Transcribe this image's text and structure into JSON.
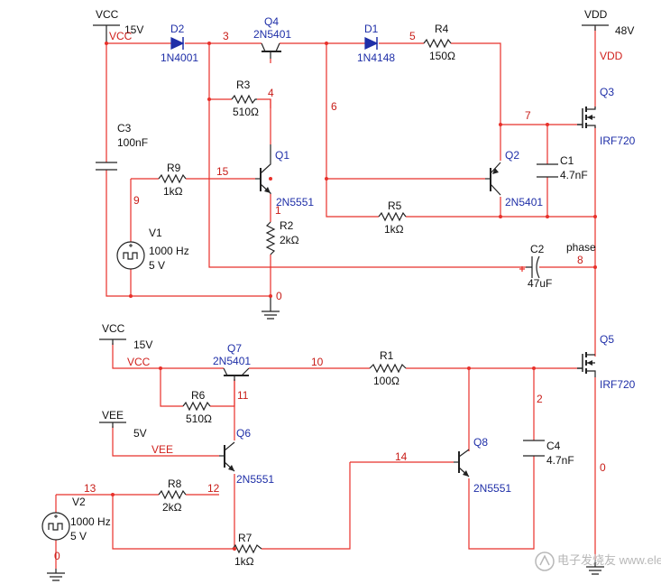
{
  "power": {
    "vcc_top": "VCC",
    "vcc_top_value": "15V",
    "vcc_top_net": "VCC",
    "vdd": "VDD",
    "vdd_value": "48V",
    "vdd_net": "VDD",
    "vcc_bottom": "VCC",
    "vcc_bottom_value": "15V",
    "vcc_bottom_net": "VCC",
    "vee": "VEE",
    "vee_value": "5V",
    "vee_net": "VEE"
  },
  "components": {
    "D2": {
      "ref": "D2",
      "part": "1N4001"
    },
    "D1": {
      "ref": "D1",
      "part": "1N4148"
    },
    "Q4": {
      "ref": "Q4",
      "part": "2N5401"
    },
    "Q1": {
      "ref": "Q1",
      "part": "2N5551"
    },
    "Q2": {
      "ref": "Q2",
      "part": "2N5401"
    },
    "Q3": {
      "ref": "Q3",
      "part": "IRF720"
    },
    "Q5": {
      "ref": "Q5",
      "part": "IRF720"
    },
    "Q6": {
      "ref": "Q6",
      "part": "2N5551"
    },
    "Q7": {
      "ref": "Q7",
      "part": "2N5401"
    },
    "Q8": {
      "ref": "Q8",
      "part": "2N5551"
    },
    "R1": {
      "ref": "R1",
      "value": "100Ω"
    },
    "R2": {
      "ref": "R2",
      "value": "2kΩ"
    },
    "R3": {
      "ref": "R3",
      "value": "510Ω"
    },
    "R4": {
      "ref": "R4",
      "value": "150Ω"
    },
    "R5": {
      "ref": "R5",
      "value": "1kΩ"
    },
    "R6": {
      "ref": "R6",
      "value": "510Ω"
    },
    "R7": {
      "ref": "R7",
      "value": "1kΩ"
    },
    "R8": {
      "ref": "R8",
      "value": "2kΩ"
    },
    "R9": {
      "ref": "R9",
      "value": "1kΩ"
    },
    "C1": {
      "ref": "C1",
      "value": "4.7nF"
    },
    "C2": {
      "ref": "C2",
      "value": "47uF"
    },
    "C3": {
      "ref": "C3",
      "value": "100nF"
    },
    "C4": {
      "ref": "C4",
      "value": "4.7nF"
    },
    "V1": {
      "ref": "V1",
      "freq": "1000 Hz",
      "amp": "5 V"
    },
    "V2": {
      "ref": "V2",
      "freq": "1000 Hz",
      "amp": "5 V"
    }
  },
  "nets": {
    "n3": "3",
    "n4": "4",
    "n5": "5",
    "n6": "6",
    "n7": "7",
    "n15": "15",
    "n9": "9",
    "n1": "1",
    "n0_top": "0",
    "n8": "8",
    "phase": "phase",
    "n10": "10",
    "n11": "11",
    "n2": "2",
    "n14": "14",
    "n13": "13",
    "n12": "12",
    "n0_mid": "0",
    "n0_bottom": "0"
  },
  "watermark": "电子发烧友 www.elecfans.com",
  "colors": {
    "wire": "#e8302a",
    "component": "#1f2fa8",
    "net_label": "#c81d18",
    "text": "#111111"
  }
}
